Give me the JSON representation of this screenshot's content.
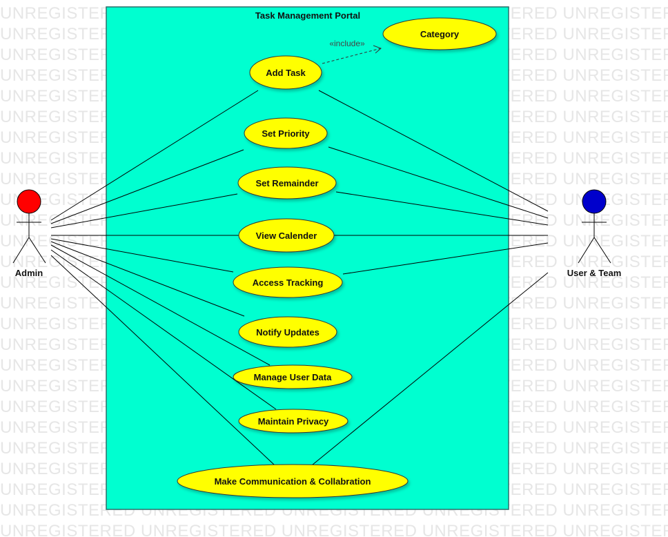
{
  "watermark": "UNREGISTERED",
  "system": {
    "title": "Task Management Portal"
  },
  "actors": {
    "admin": {
      "name": "Admin",
      "color": "#ff0000"
    },
    "user": {
      "name": "User & Team",
      "color": "#0000cc"
    }
  },
  "use_cases": {
    "category": "Category",
    "add_task": "Add Task",
    "set_priority": "Set Priority",
    "set_remainder": "Set Remainder",
    "view_calender": "View Calender",
    "access_tracking": "Access Tracking",
    "notify_updates": "Notify Updates",
    "manage_user_data": "Manage User Data",
    "maintain_privacy": "Maintain Privacy",
    "communication": "Make Communication & Collabration"
  },
  "relations": {
    "include_label": "«include»"
  },
  "colors": {
    "system_fill": "#00ffd0",
    "use_case_fill": "#ffff00",
    "line": "#000000"
  }
}
